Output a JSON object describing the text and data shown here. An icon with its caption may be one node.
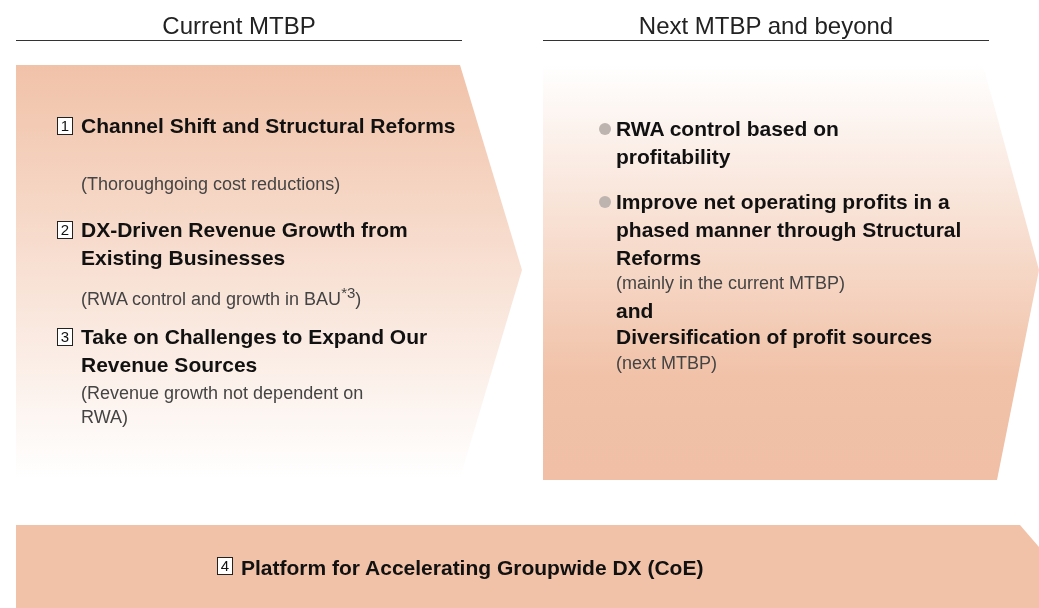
{
  "diagram": {
    "nodes": [
      {
        "text": [
          "Current MTBP",
          "Channel Shift and Structural Reforms",
          "(Thoroughgoing cost reductions)",
          "DX-Driven Revenue Growth from Existing Businesses",
          "(RWA control and growth in BAU$^{*3}$)",
          "Take on Challenges to Expand Our Revenue Sources",
          "(Revenue growth not dependent on RWA)"
        ]
      },
      {
        "text": [
          "1"
        ],
        "in": 0
      },
      {
        "text": [
          "2"
        ],
        "in": 0
      },
      {
        "text": [
          "3"
        ],
        "in": 0
      },
      {
        "text": [
          "Next MTBP and beyond",
          "RWA control based on profitability",
          "Improve net operating profits in a phased manner through Structural Reforms",
          "(mainly in the current MTBP)",
          "and",
          "Diversification of profit sources",
          "(next MTBP)"
        ]
      },
      {
        "text": [
          "Platform for Accelerating Groupwide DX (CoE)"
        ]
      },
      {
        "text": [
          "4"
        ],
        "in": 5
      }
    ]
  }
}
